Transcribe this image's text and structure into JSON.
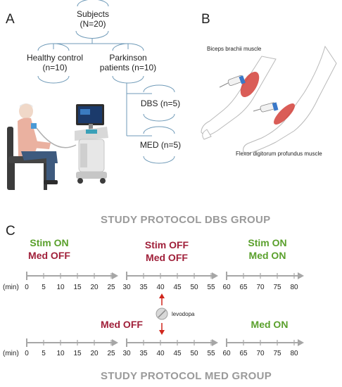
{
  "panels": {
    "a": "A",
    "b": "B",
    "c": "C"
  },
  "tree": {
    "root": {
      "line1": "Subjects",
      "line2": "(N=20)"
    },
    "healthy": {
      "line1": "Healthy control",
      "line2": "(n=10)"
    },
    "parkinson": {
      "line1": "Parkinson",
      "line2": "patients (n=10)"
    },
    "dbs": "DBS (n=5)",
    "med": "MED (n=5)"
  },
  "muscles": {
    "biceps": "Biceps brachii muscle",
    "flexor": "Flexor digitorum profundus muscle"
  },
  "protocol": {
    "dbs_title": "STUDY PROTOCOL DBS GROUP",
    "med_title": "STUDY PROTOCOL MED GROUP",
    "unit": "(min)",
    "dbs_states": [
      {
        "line1": "Stim ON",
        "line2": "Med OFF"
      },
      {
        "line1": "Stim OFF",
        "line2": "Med OFF"
      },
      {
        "line1": "Stim ON",
        "line2": "Med ON"
      }
    ],
    "med_states": [
      "Med OFF",
      "Med ON"
    ],
    "levodopa": "levodopa",
    "segments": [
      [
        "0",
        "5",
        "10",
        "15",
        "20",
        "25"
      ],
      [
        "30",
        "35",
        "40",
        "45",
        "50",
        "55"
      ],
      [
        "60",
        "65",
        "70",
        "75",
        "80"
      ]
    ]
  },
  "colors": {
    "green": "#5aa02c",
    "red": "#a0203a",
    "arrow": "#d0261c",
    "axis": "#a6a6a6",
    "tree_line": "#6f9ab8"
  }
}
